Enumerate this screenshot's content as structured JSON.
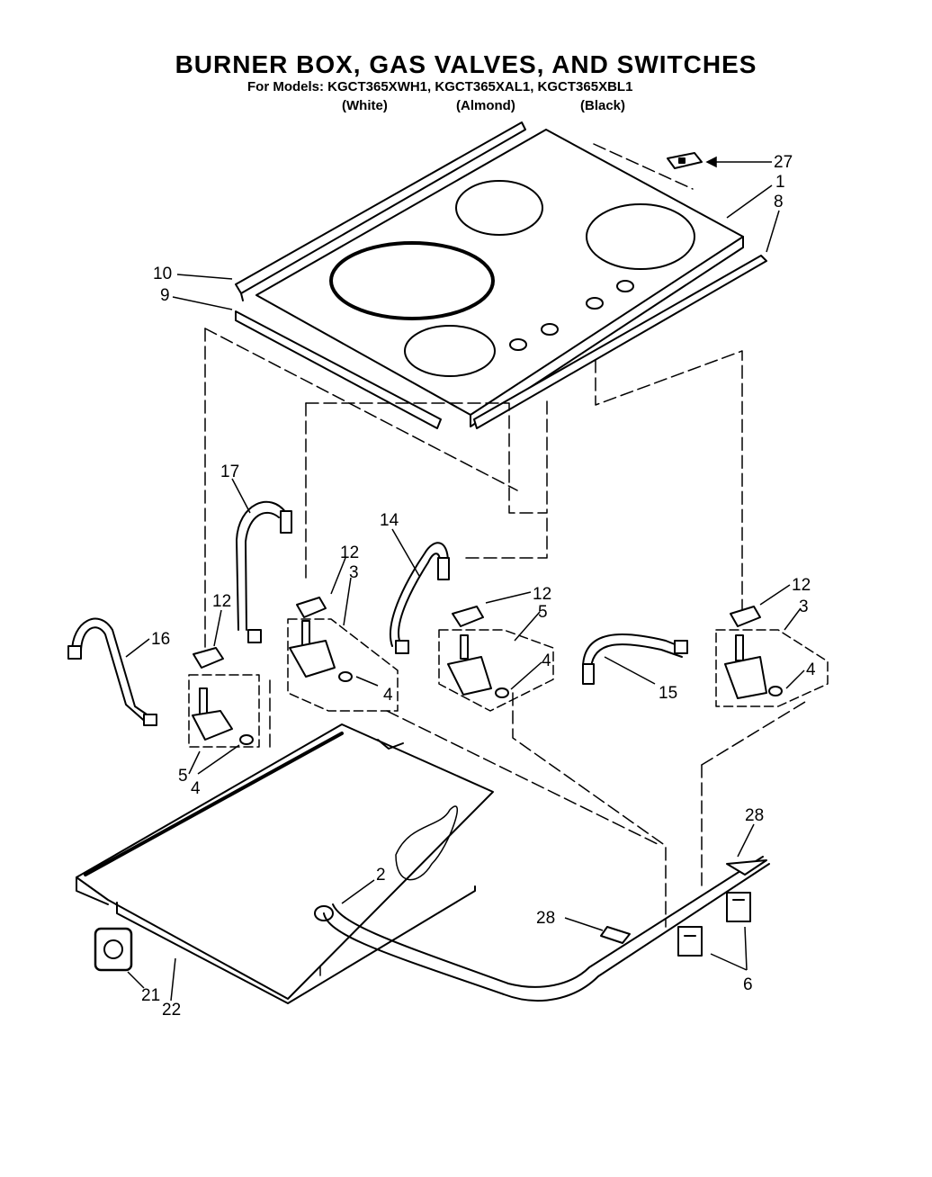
{
  "header": {
    "title": "BURNER BOX, GAS VALVES, AND SWITCHES",
    "models_line": "For Models: KGCT365XWH1, KGCT365XAL1, KGCT365XBL1",
    "variants": [
      "(White)",
      "(Almond)",
      "(Black)"
    ]
  },
  "callouts": {
    "c27": "27",
    "c1": "1",
    "c8": "8",
    "c10": "10",
    "c9": "9",
    "c17": "17",
    "c14": "14",
    "c12a": "12",
    "c12b": "12",
    "c12c": "12",
    "c12d": "12",
    "c3a": "3",
    "c3b": "3",
    "c5a": "5",
    "c16": "16",
    "c4a": "4",
    "c4b": "4",
    "c4c": "4",
    "c4d": "4",
    "c15": "15",
    "c5b": "5",
    "c28a": "28",
    "c28b": "28",
    "c2": "2",
    "c6": "6",
    "c21": "21",
    "c22": "22"
  }
}
